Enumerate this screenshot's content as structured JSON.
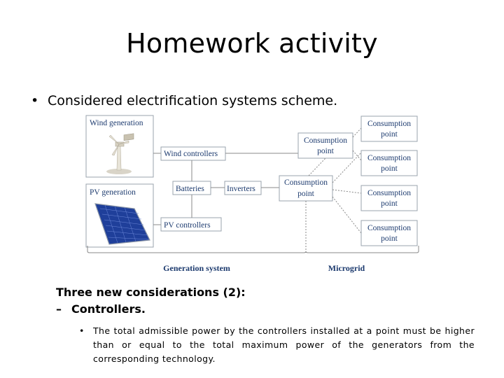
{
  "slide": {
    "title": "Homework activity",
    "bullet": "Considered electrification systems scheme.",
    "considerations": "Three new considerations (2):",
    "sub_item": "Controllers.",
    "sub_item_dash": "–",
    "detail": "The total admissible power by the controllers installed at a point must be higher than or equal to the total maximum power of the generators from the corresponding technology."
  },
  "diagram": {
    "wind_generation": "Wind generation",
    "pv_generation": "PV generation",
    "wind_controllers": "Wind controllers",
    "pv_controllers": "PV controllers",
    "batteries": "Batteries",
    "inverters": "Inverters",
    "consumption_point_line1": "Consumption",
    "consumption_point_line2": "point",
    "generation_system": "Generation system",
    "microgrid": "Microgrid"
  }
}
